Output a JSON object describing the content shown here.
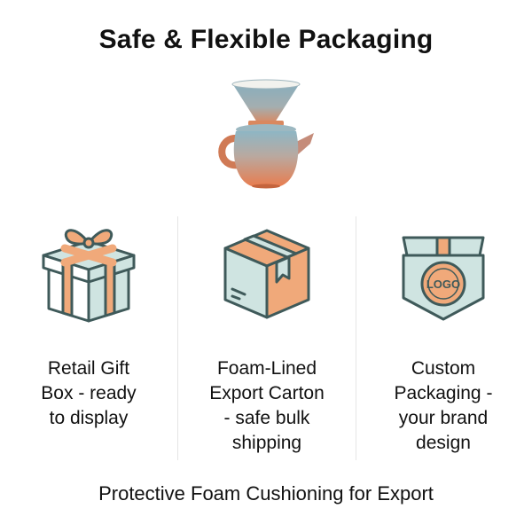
{
  "page": {
    "title": "Safe & Flexible Packaging",
    "footer": "Protective Foam Cushioning for Export"
  },
  "hero": {
    "icon": "pour-over-coffee-set-image"
  },
  "options": [
    {
      "icon": "gift-box-icon",
      "label": "Retail Gift\nBox - ready\nto display"
    },
    {
      "icon": "carton-box-icon",
      "label": "Foam-Lined\nExport Carton\n- safe bulk\nshipping"
    },
    {
      "icon": "custom-logo-box-icon",
      "label": "Custom\nPackaging -\nyour brand\ndesign",
      "badge": "LOGO"
    }
  ],
  "colors": {
    "outline": "#3f5a5a",
    "teal": "#cfe4e1",
    "orange": "#f0a97a",
    "ceramic_orange": "#e87d4f",
    "ceramic_blue": "#8eb6c4"
  }
}
